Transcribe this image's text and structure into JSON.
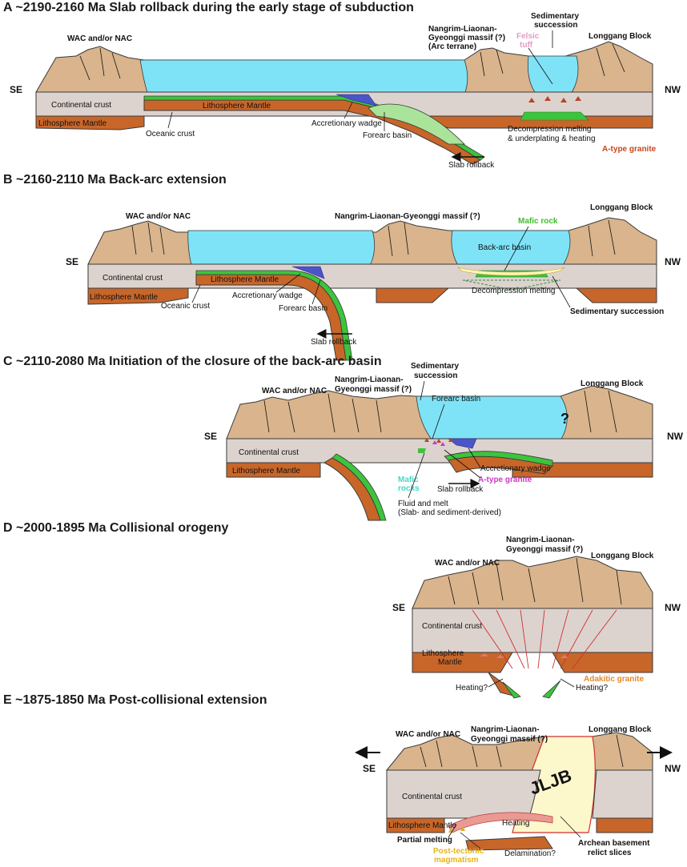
{
  "colors": {
    "mountain": "#d9b48c",
    "ocean": "#7fe3f7",
    "continental_crust": "#dcd3cf",
    "lithosphere_mantle": "#c8662a",
    "oceanic_crust": "#3cc43c",
    "accretionary": "#4a55c8",
    "jljb": "#fdf7cc",
    "outline": "#3a3a3a"
  },
  "panel_a": {
    "title": "A ~2190-2160 Ma   Slab rollback during the early stage of subduction",
    "se": "SE",
    "nw": "NW",
    "wac": "WAC and/or NAC",
    "massif_1": "Nangrim-Liaonan-",
    "massif_2": "Gyeonggi massif (?)",
    "massif_3": "(Arc terrane)",
    "sedimentary_1": "Sedimentary",
    "sedimentary_2": "succession",
    "longgang": "Longgang Block",
    "felsic_1": "Felsic",
    "felsic_2": "tuff",
    "continental_crust": "Continental crust",
    "lithosphere_mantle_left": "Lithosphere Mantle",
    "lithosphere_mantle_mid": "Lithosphere Mantle",
    "oceanic_crust": "Oceanic crust",
    "accretionary": "Accretionary wadge",
    "forearc": "Forearc basin",
    "decompression_1": "Decompression melting",
    "decompression_2": "& underplating & heating",
    "a_type": "A-type granite",
    "slab_rollback": "Slab rollback"
  },
  "panel_b": {
    "title": "B ~2160-2110 Ma   Back-arc extension",
    "se": "SE",
    "nw": "NW",
    "wac": "WAC and/or NAC",
    "massif": "Nangrim-Liaonan-Gyeonggi massif (?)",
    "longgang": "Longgang Block",
    "mafic": "Mafic rock",
    "back_arc": "Back-arc basin",
    "continental_crust": "Continental crust",
    "lithosphere_mantle_left": "Lithosphere Mantle",
    "lithosphere_mantle_mid": "Lithosphere Mantle",
    "oceanic_crust": "Oceanic crust",
    "accretionary": "Accretionary wadge",
    "forearc": "Forearc basin",
    "decompression": "Decompression melting",
    "sedimentary": "Sedimentary succession",
    "slab_rollback": "Slab rollback"
  },
  "panel_c": {
    "title": "C ~2110-2080 Ma   Initiation of the closure of the back-arc basin",
    "se": "SE",
    "nw": "NW",
    "wac": "WAC and/or NAC",
    "massif_1": "Nangrim-Liaonan-",
    "massif_2": "Gyeonggi massif (?)",
    "sedimentary_1": "Sedimentary",
    "sedimentary_2": "succession",
    "longgang": "Longgang Block",
    "forearc": "Forearc basin",
    "question": "?",
    "continental_crust": "Continental crust",
    "lithosphere_mantle": "Lithosphere Mantle",
    "accretionary": "Accretionary wadge",
    "mafic_1": "Mafic",
    "mafic_2": "rocks",
    "a_type": "A-type granite",
    "slab_rollback": "Slab rollback",
    "fluid_1": "Fluid and melt",
    "fluid_2": "(Slab- and sediment-derived)"
  },
  "panel_d": {
    "title": "D ~2000-1895 Ma   Collisional orogeny",
    "se": "SE",
    "nw": "NW",
    "wac": "WAC and/or NAC",
    "massif_1": "Nangrim-Liaonan-",
    "massif_2": "Gyeonggi massif (?)",
    "longgang": "Longgang Block",
    "continental_crust": "Continental crust",
    "lithosphere_1": "Lithosphere",
    "lithosphere_2": "Mantle",
    "heating_left": "Heating?",
    "heating_right": "Heating?",
    "adakitic": "Adakitic granite"
  },
  "panel_e": {
    "title": "E ~1875-1850 Ma   Post-collisional extension",
    "se": "SE",
    "nw": "NW",
    "wac": "WAC and/or NAC",
    "massif_1": "Nangrim-Liaonan-",
    "massif_2": "Gyeonggi massif (?)",
    "longgang": "Longgang Block",
    "jljb": "JLJB",
    "continental_crust": "Continental crust",
    "lithosphere_mantle": "Lithosphere Mantle",
    "heating": "Heating",
    "partial": "Partial melting",
    "post_1": "Post-tectonic",
    "post_2": "magmatism",
    "delamination": "Delamination?",
    "archean_1": "Archean basement",
    "archean_2": "relict slices"
  }
}
